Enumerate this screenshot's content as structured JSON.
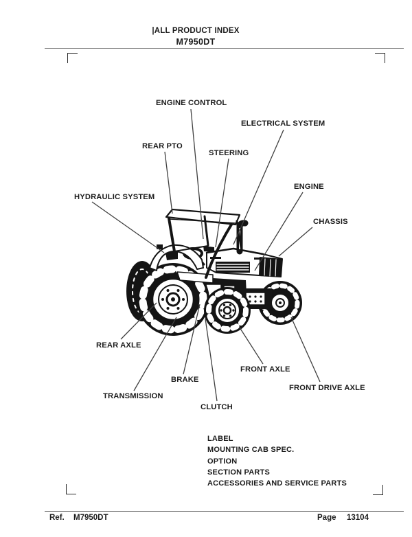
{
  "header": {
    "title": "|ALL PRODUCT INDEX",
    "model": "M7950DT"
  },
  "diagram": {
    "illustration": "tractor-line-art-3quarter-view",
    "labels": [
      {
        "id": "engine-control",
        "text": "ENGINE CONTROL"
      },
      {
        "id": "electrical-system",
        "text": "ELECTRICAL SYSTEM"
      },
      {
        "id": "rear-pto",
        "text": "REAR PTO"
      },
      {
        "id": "steering",
        "text": "STEERING"
      },
      {
        "id": "engine",
        "text": "ENGINE"
      },
      {
        "id": "hydraulic-system",
        "text": "HYDRAULIC SYSTEM"
      },
      {
        "id": "chassis",
        "text": "CHASSIS"
      },
      {
        "id": "rear-axle",
        "text": "REAR AXLE"
      },
      {
        "id": "brake",
        "text": "BRAKE"
      },
      {
        "id": "transmission",
        "text": "TRANSMISSION"
      },
      {
        "id": "clutch",
        "text": "CLUTCH"
      },
      {
        "id": "front-axle",
        "text": "FRONT AXLE"
      },
      {
        "id": "front-drive-axle",
        "text": "FRONT DRIVE AXLE"
      }
    ]
  },
  "index_list": {
    "items": [
      "LABEL",
      "MOUNTING CAB SPEC.",
      "OPTION",
      "SECTION PARTS",
      "ACCESSORIES AND SERVICE PARTS"
    ]
  },
  "footer": {
    "ref_label": "Ref.",
    "ref_value": "M7950DT",
    "page_label": "Page",
    "page_value": "13104"
  },
  "colors": {
    "ink": "#1b1b1b",
    "leader_line": "#3f3f3f",
    "background": "#ffffff"
  }
}
